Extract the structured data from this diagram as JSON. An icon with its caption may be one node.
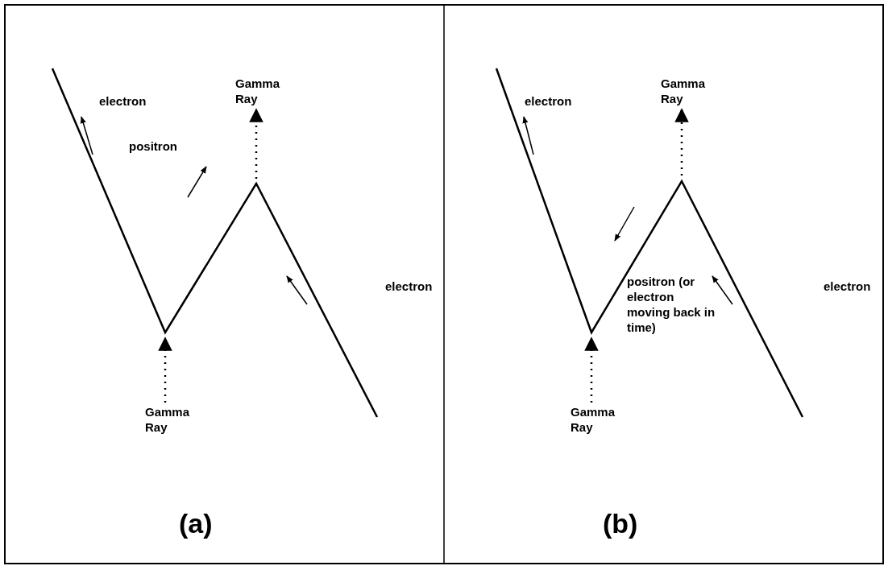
{
  "diagram": {
    "nodes": [
      {
        "text": [
          "Gamma Ray"
        ]
      },
      {
        "text": [
          "Gamma Ray"
        ]
      },
      {
        "text": [
          "Gamma Ray"
        ]
      },
      {
        "text": [
          "Gamma Ray"
        ]
      }
    ],
    "edges": [
      {
        "from": null,
        "to": 0,
        "arrow": "to"
      },
      {
        "from": 1,
        "to": null,
        "arrow": "to"
      },
      {
        "from": null,
        "to": 2,
        "arrow": "to"
      },
      {
        "from": 3,
        "to": null,
        "arrow": "to"
      }
    ],
    "labels": [
      "electron",
      "positron",
      "electron",
      "(a)",
      "electron",
      "positron (or electron moving back in time)",
      "electron",
      "(b)"
    ]
  }
}
